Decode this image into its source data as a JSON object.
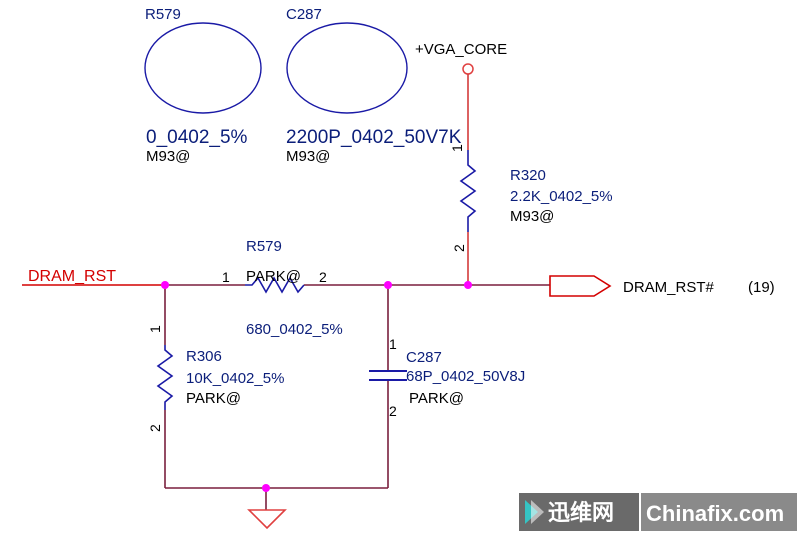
{
  "colors": {
    "wire": "#7a1f3d",
    "component": "#1a1aa6",
    "net_red": "#d40000",
    "junction": "#ff00ff",
    "power": "#e04040",
    "text_blue": "#0b1e7a",
    "watermark_bg": "#6a6a6a",
    "watermark_accent": "#35c4c4"
  },
  "placeholders": {
    "r579": {
      "ref": "R579",
      "value": "0_0402_5%",
      "variant": "M93@"
    },
    "c287": {
      "ref": "C287",
      "value": "2200P_0402_50V7K",
      "variant": "M93@"
    }
  },
  "power": {
    "label": "+VGA_CORE"
  },
  "r320": {
    "ref": "R320",
    "value": "2.2K_0402_5%",
    "variant": "M93@",
    "pin1": "1",
    "pin2": "2"
  },
  "r579": {
    "ref": "R579",
    "variant": "PARK@",
    "value": "680_0402_5%",
    "pin1": "1",
    "pin2": "2"
  },
  "r306": {
    "ref": "R306",
    "value": "10K_0402_5%",
    "variant": "PARK@",
    "pin1": "1",
    "pin2": "2"
  },
  "c287": {
    "ref": "C287",
    "value": "68P_0402_50V8J",
    "variant": "PARK@",
    "pin1": "1",
    "pin2": "2"
  },
  "nets": {
    "input": "DRAM_RST",
    "output": "DRAM_RST#",
    "output_page": "(19)"
  },
  "watermark": {
    "cn": "迅维网",
    "en": "Chinafix.com"
  }
}
